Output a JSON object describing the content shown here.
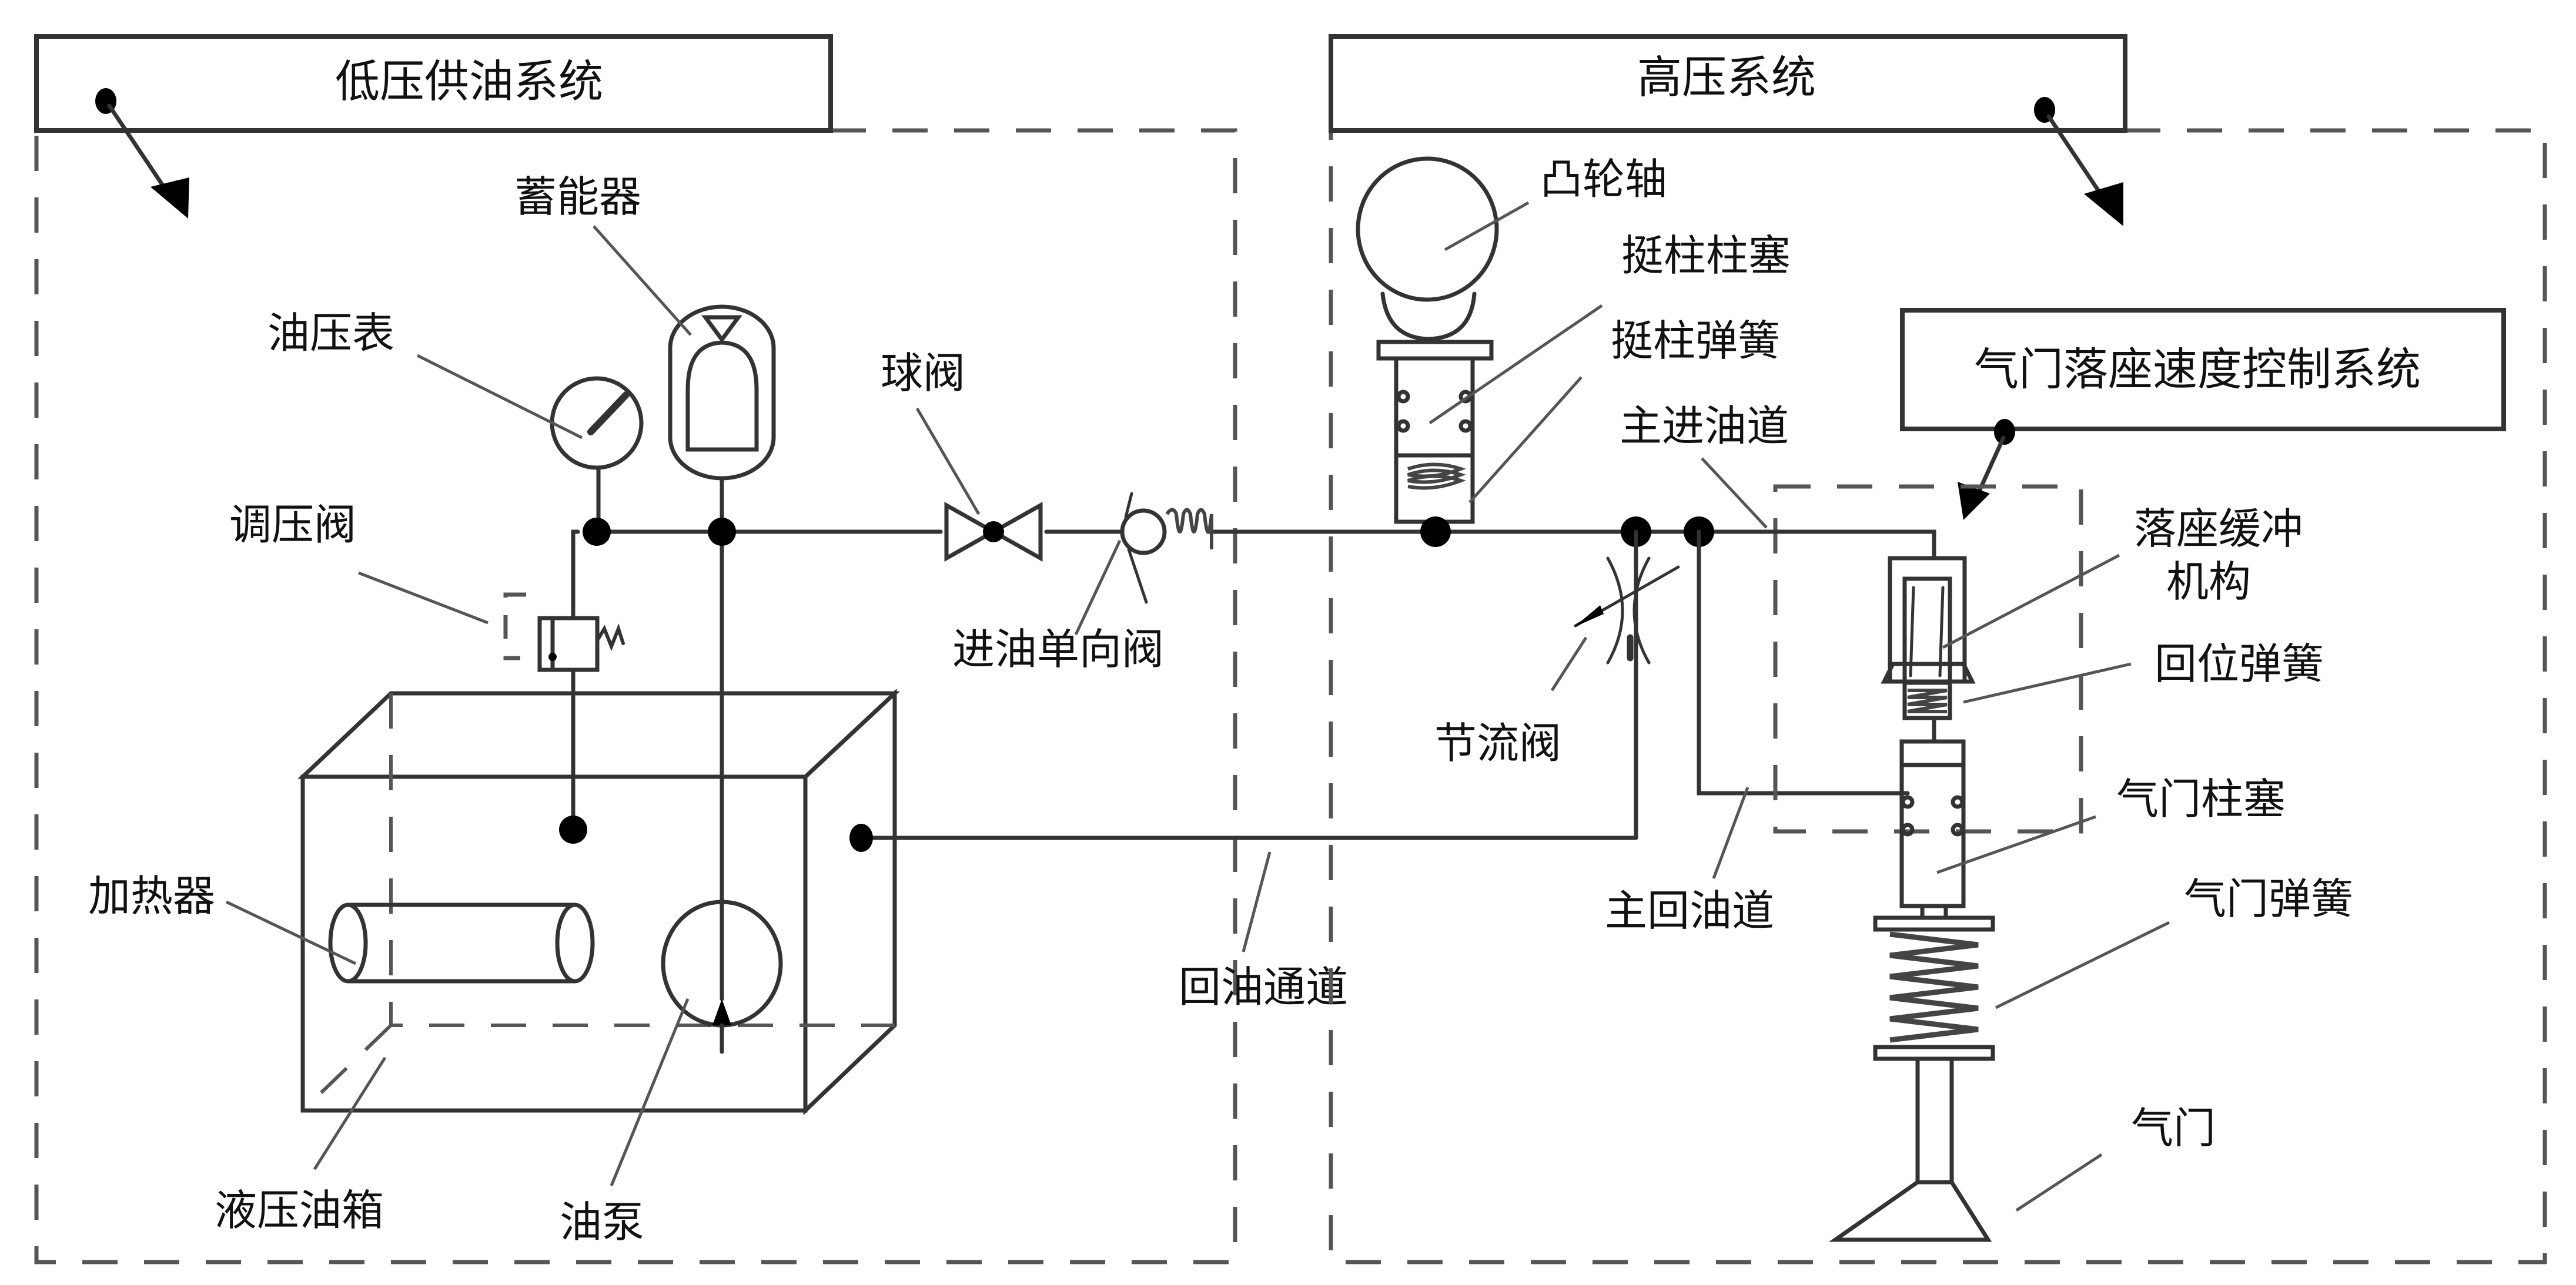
{
  "diagram": {
    "type": "hydraulic-schematic",
    "subsystems": {
      "low_pressure": "低压供油系统",
      "high_pressure": "高压系统",
      "valve_seating_control": "气门落座速度控制系统"
    },
    "labels": {
      "accumulator": "蓄能器",
      "pressure_gauge": "油压表",
      "pressure_regulating_valve": "调压阀",
      "ball_valve": "球阀",
      "inlet_check_valve": "进油单向阀",
      "heater": "加热器",
      "hydraulic_tank": "液压油箱",
      "oil_pump": "油泵",
      "return_channel": "回油通道",
      "camshaft": "凸轮轴",
      "tappet_plunger": "挺柱柱塞",
      "tappet_spring": "挺柱弹簧",
      "main_inlet_channel": "主进油道",
      "throttle_valve": "节流阀",
      "main_return_channel": "主回油道",
      "seating_buffer_line1": "落座缓冲",
      "seating_buffer_line2": "机构",
      "return_spring": "回位弹簧",
      "valve_plunger": "气门柱塞",
      "valve_spring": "气门弹簧",
      "valve": "气门"
    },
    "colors": {
      "line": "#333333",
      "background": "#ffffff",
      "text": "#111111"
    }
  }
}
